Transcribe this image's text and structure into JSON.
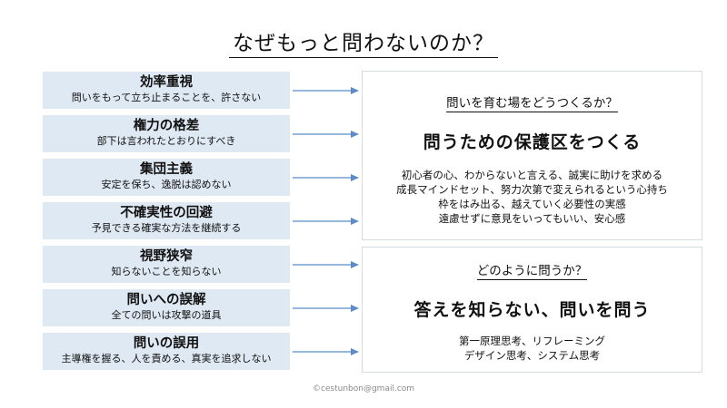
{
  "title": "なぜもっと問わないのか？",
  "barriers": [
    {
      "title": "効率重視",
      "subtitle": "問いをもって立ち止まることを、許さない"
    },
    {
      "title": "権力の格差",
      "subtitle": "部下は言われたとおりにすべき"
    },
    {
      "title": "集団主義",
      "subtitle": "安定を保ち、逸脱は認めない"
    },
    {
      "title": "不確実性の回避",
      "subtitle": "予見できる確実な方法を継続する"
    },
    {
      "title": "視野狭窄",
      "subtitle": "知らないことを知らない"
    },
    {
      "title": "問いへの誤解",
      "subtitle": "全ての問いは攻撃の道具"
    },
    {
      "title": "問いの誤用",
      "subtitle": "主導権を握る、人を責める、真実を追求しない"
    }
  ],
  "panel_top": {
    "heading": "問いを育む場をどうつくるか？",
    "main": "問うための保護区をつくる",
    "lines": [
      "初心者の心、わからないと言える、誠実に助けを求める",
      "成長マインドセット、努力次第で変えられるという心持ち",
      "枠をはみ出る、越えていく必要性の実感",
      "遠慮せずに意見をいってもいい、安心感"
    ]
  },
  "panel_bottom": {
    "heading": "どのように問うか？",
    "main": "答えを知らない、問いを問う",
    "lines": [
      "第一原理思考、リフレーミング",
      "デザイン思考、システム思考"
    ]
  },
  "credit": "©cestunbon@gmail.com",
  "colors": {
    "box_fill": "#dfe9f3",
    "arrow": "#5b8cc6",
    "panel_border": "#d5dbe3"
  }
}
